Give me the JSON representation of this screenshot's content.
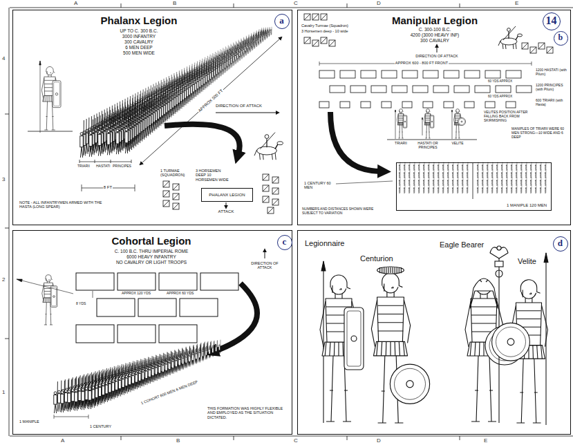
{
  "diagram": {
    "nodes": [
      {
        "text": [
          "Phalanx Legion",
          "UP TO C. 300 B.C.",
          "3000 INFANTRY",
          "300 CAVALRY",
          "6 MEN DEEP",
          "500 MEN WIDE"
        ]
      },
      {
        "text": [
          "a"
        ],
        "in": 0
      },
      {
        "text": [
          "PHALANX LEGION"
        ],
        "in": 0
      },
      {
        "text": [
          "Manipular Legion",
          "C. 300-100 B.C.",
          "4200 (3000 HEAVY INF)",
          "300 CAVALRY"
        ]
      },
      {
        "text": [
          "14"
        ],
        "in": 3
      },
      {
        "text": [
          "b"
        ],
        "in": 3
      },
      {
        "text": [
          "1 MANIPLE 120 MEN"
        ],
        "in": 3
      },
      {
        "text": [
          "Cohortal Legion",
          "C. 100 B.C. THRU IMPERIAL ROME",
          "6000 HEAVY INFANTRY",
          "NO CAVALRY OR LIGHT TROOPS"
        ]
      },
      {
        "text": [
          "c"
        ],
        "in": 7
      },
      {
        "text": [
          "Legionnaire",
          "Centurion",
          "Eagle Bearer",
          "Velite"
        ]
      },
      {
        "text": [
          "d"
        ],
        "in": 9
      }
    ],
    "labels": [
      "A",
      "B",
      "C",
      "D",
      "E",
      "A",
      "B",
      "C",
      "D",
      "E",
      "4",
      "3",
      "2",
      "1",
      "DIRECTION OF ATTACK",
      "APPROX 500 FT",
      "TRIARII",
      "HASTATI",
      "PRINCIPES",
      "8 FT",
      "NOTE - ALL INFANTRYMEN ARMED WITH THE HASTA (LONG SPEAR)",
      "1 TURMAE (SQUADRON)",
      "3 HORSEMEN DEEP 10 HORSEMEN WIDE",
      "ATTACK",
      "Cavalry Turmae (Squadron)",
      "3 Horsemen deep - 10 wide",
      "DIRECTION OF ATTACK",
      "APPROX 600 - 800 FT FRONT",
      "1200 HASTATI (with Pilum)",
      "1200 PRINCIPES (with Pilum)",
      "600 TRIARII (with Hasta)",
      "60 YDS APPROX",
      "60 YDS APPROX",
      "TRIARII",
      "HASTATI OR PRINCIPES",
      "VELITE",
      "VELITES POSITION AFTER FALLING BACK FROM SKIRMISHING",
      "MANIPLES OF TRIARII WERE 60 MEN STRONG—10 WIDE AND 6 DEEP",
      "1 CENTURY 60 MEN",
      "NUMBERS AND DISTANCES SHOWN WERE SUBJECT TO VARIATION",
      "DIRECTION OF ATTACK",
      "APPROX 120 YDS",
      "APPROX 60 YDS",
      "8 YDS",
      "1 COHORT 600 MEN 6 MEN DEEP",
      "1 MANIPLE",
      "1 CENTURY",
      "THIS FORMATION WAS HIGHLY FLEXIBLE AND EMPLOYED AS THE SITUATION DICTATED."
    ]
  }
}
